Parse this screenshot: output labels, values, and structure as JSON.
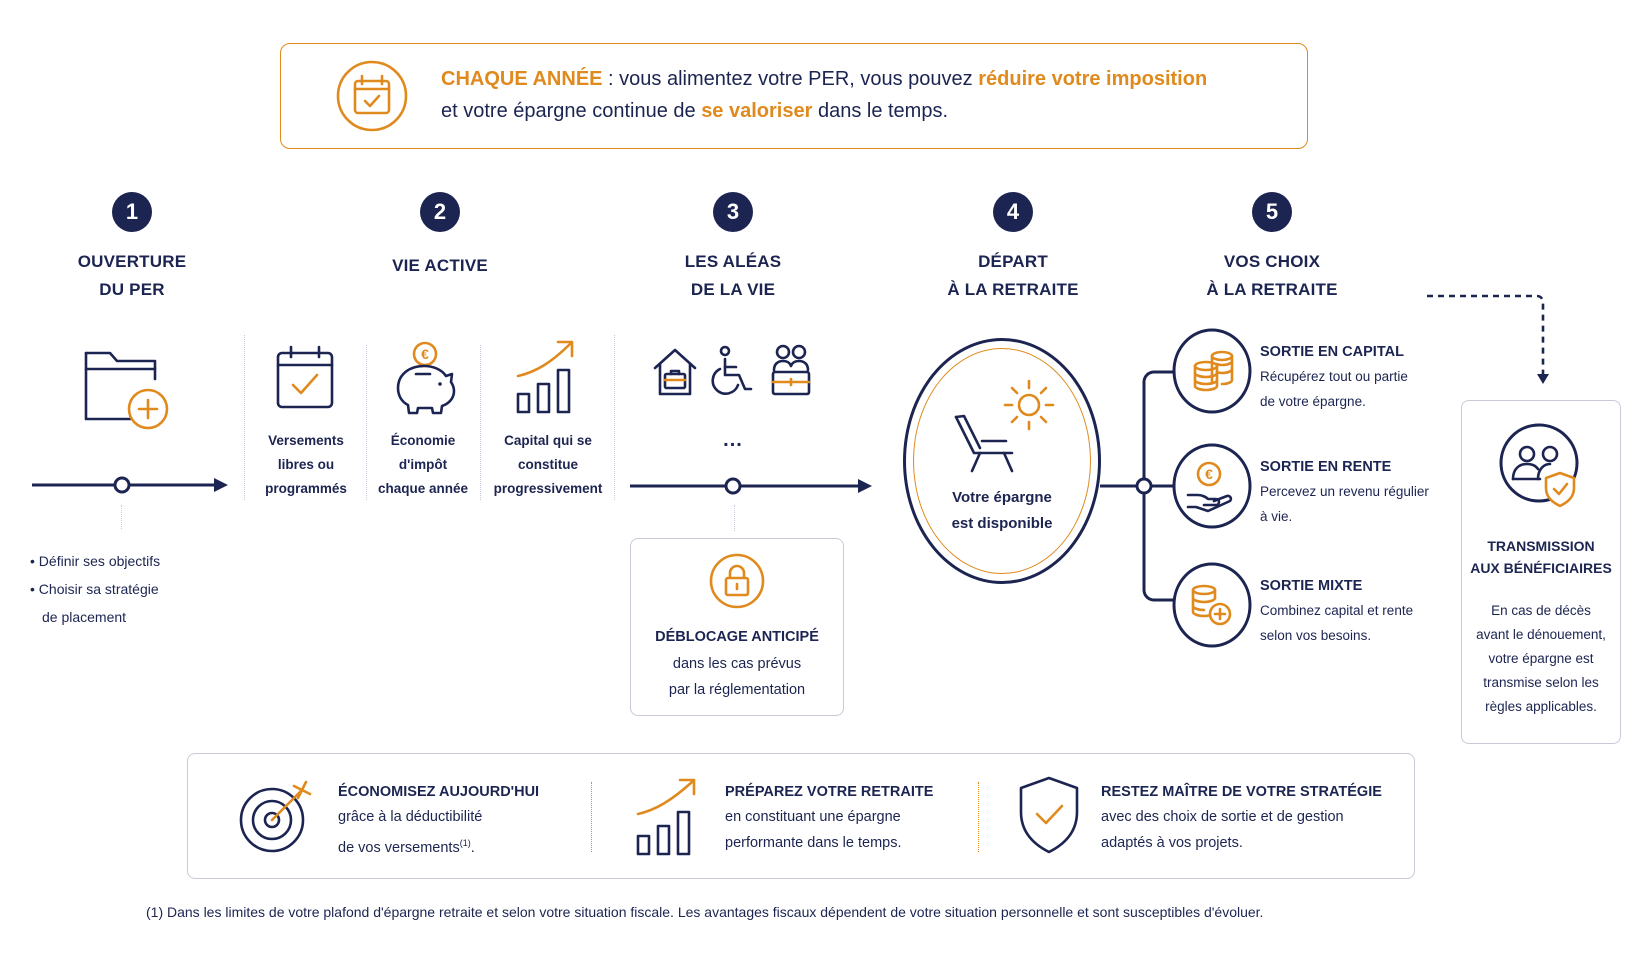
{
  "top_banner": {
    "line1_a": "CHAQUE ANNÉE",
    "line1_b": " : vous alimentez votre PER, vous pouvez ",
    "line1_c": "réduire votre imposition",
    "line2_a": "et votre épargne continue de ",
    "line2_b": "se valoriser",
    "line2_c": " dans le temps."
  },
  "steps": [
    {
      "num": "1",
      "title_1": "OUVERTURE",
      "title_2": "DU PER"
    },
    {
      "num": "2",
      "title_1": "VIE ACTIVE",
      "title_2": ""
    },
    {
      "num": "3",
      "title_1": "LES ALÉAS",
      "title_2": "DE LA VIE"
    },
    {
      "num": "4",
      "title_1": "DÉPART",
      "title_2": "À LA RETRAITE"
    },
    {
      "num": "5",
      "title_1": "VOS CHOIX",
      "title_2": "À LA RETRAITE"
    }
  ],
  "step1_bullets": [
    "Définir ses objectifs",
    "Choisir sa stratégie",
    "de placement"
  ],
  "vie_active": [
    {
      "l1": "Versements",
      "l2": "libres ou",
      "l3": "programmés"
    },
    {
      "l1": "Économie",
      "l2": "d'impôt",
      "l3": "chaque année"
    },
    {
      "l1": "Capital qui se",
      "l2": "constitue",
      "l3": "progressivement"
    }
  ],
  "alea_ellipsis": "...",
  "deblocage": {
    "title": "DÉBLOCAGE ANTICIPÉ",
    "l1": "dans les cas prévus",
    "l2": "par la réglementation"
  },
  "retraite_circle": {
    "l1": "Votre épargne",
    "l2": "est disponible"
  },
  "choices": [
    {
      "title": "SORTIE EN CAPITAL",
      "l1": "Récupérez tout ou partie",
      "l2": "de votre épargne."
    },
    {
      "title": "SORTIE EN RENTE",
      "l1": "Percevez un revenu régulier",
      "l2": "à vie."
    },
    {
      "title": "SORTIE MIXTE",
      "l1": "Combinez capital et rente",
      "l2": "selon vos besoins."
    }
  ],
  "transmission": {
    "title_1": "TRANSMISSION",
    "title_2": "AUX BÉNÉFICIAIRES",
    "lines": [
      "En cas de décès",
      "avant le dénouement,",
      "votre épargne est",
      "transmise selon les",
      "règles applicables."
    ]
  },
  "benefits": [
    {
      "title": "ÉCONOMISEZ AUJOURD'HUI",
      "l1": "grâce à la déductibilité",
      "l2": "de vos versements",
      "sup": "(1)",
      "l2_end": "."
    },
    {
      "title": "PRÉPAREZ VOTRE RETRAITE",
      "l1": "en constituant une épargne",
      "l2": "performante dans le temps.",
      "sup": "",
      "l2_end": ""
    },
    {
      "title": "RESTEZ MAÎTRE DE VOTRE STRATÉGIE",
      "l1": "avec des choix de sortie et de gestion",
      "l2": "adaptés à vos projets.",
      "sup": "",
      "l2_end": ""
    }
  ],
  "euro_symbol": "€",
  "footnote": "(1)  Dans les limites de votre plafond d'épargne retraite et selon votre situation fiscale. Les avantages fiscaux dépendent de votre situation personnelle et sont susceptibles d'évoluer.",
  "colors": {
    "navy": "#1c2451",
    "orange": "#e08a1e",
    "border": "#c7cbd8"
  }
}
